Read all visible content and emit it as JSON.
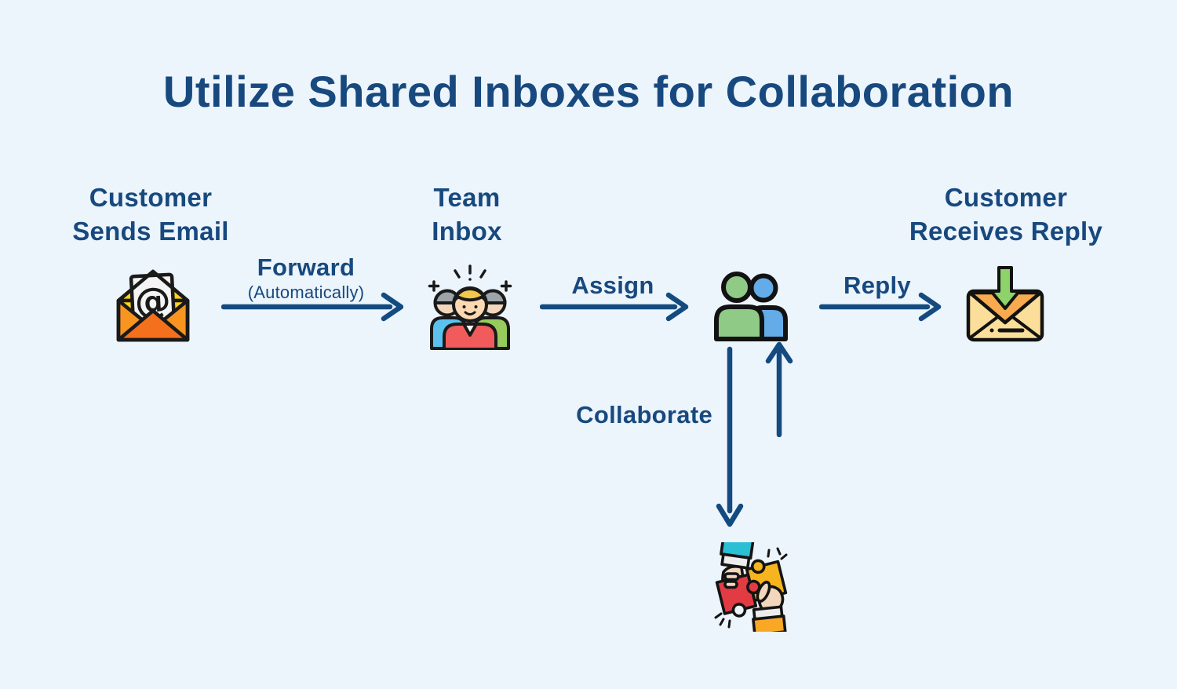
{
  "title": "Utilize Shared Inboxes for Collaboration",
  "nodes": {
    "customer_sends": {
      "line1": "Customer",
      "line2": "Sends Email",
      "icon": "open-email-at-symbol"
    },
    "team_inbox": {
      "line1": "Team",
      "line2": "Inbox",
      "icon": "team-of-three-people"
    },
    "agents": {
      "icon": "two-people-pair"
    },
    "customer_receives": {
      "line1": "Customer",
      "line2": "Receives Reply",
      "icon": "envelope-incoming-arrow"
    },
    "collaboration": {
      "icon": "hands-joining-puzzle-pieces"
    }
  },
  "edges": {
    "forward": {
      "label": "Forward",
      "sublabel": "(Automatically)"
    },
    "assign": {
      "label": "Assign"
    },
    "reply": {
      "label": "Reply"
    },
    "collaborate": {
      "label": "Collaborate"
    }
  },
  "colors": {
    "background": "#ECF4FC",
    "heading": "#17497E",
    "arrow": "#134B80",
    "email_yellow": "#FFD21E",
    "email_orange": "#F79520",
    "email_deep_orange": "#F4701D",
    "paper_white": "#F4F4F4",
    "team_red": "#F15B5B",
    "team_blue": "#5BC2EE",
    "team_green": "#97CB5D",
    "team_hair": "#F2C84C",
    "team_cap_gray": "#9CA3AA",
    "pair_green": "#8FCA87",
    "pair_blue": "#64ACE8",
    "envelope_cream": "#FBDE9A",
    "envelope_flap": "#F7AB4E",
    "receive_green": "#8ED36A",
    "puzzle_red": "#E23B44",
    "puzzle_yellow": "#F6B41F",
    "sleeve_cyan": "#2BBFD4",
    "sleeve_orange": "#F9A825",
    "cuff_gray": "#EDEDED",
    "skin": "#F3D7BC",
    "outline": "#1A1A1A"
  }
}
